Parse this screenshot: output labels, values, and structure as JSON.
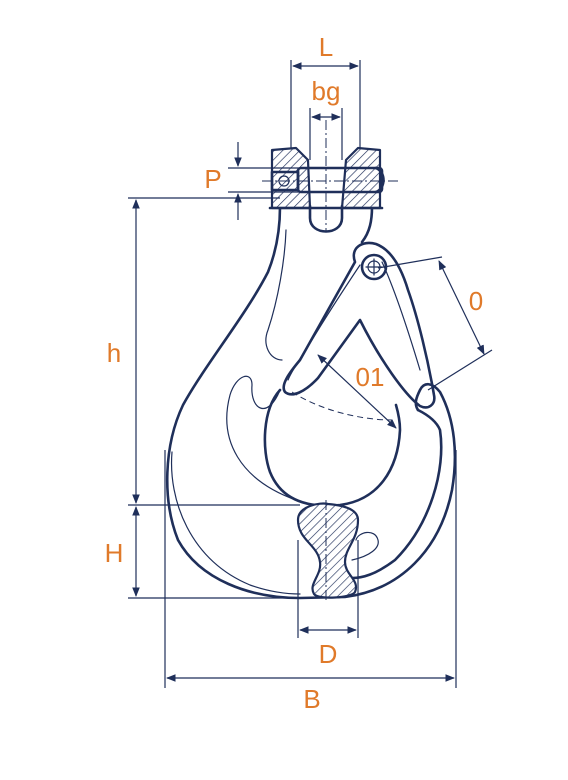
{
  "labels": {
    "L": "L",
    "bg": "bg",
    "P": "P",
    "h": "h",
    "O": "0",
    "O1": "01",
    "H": "H",
    "D": "D",
    "B": "B"
  },
  "colors": {
    "label": "#e07a2a",
    "line": "#1f2f5a",
    "background": "#ffffff"
  }
}
